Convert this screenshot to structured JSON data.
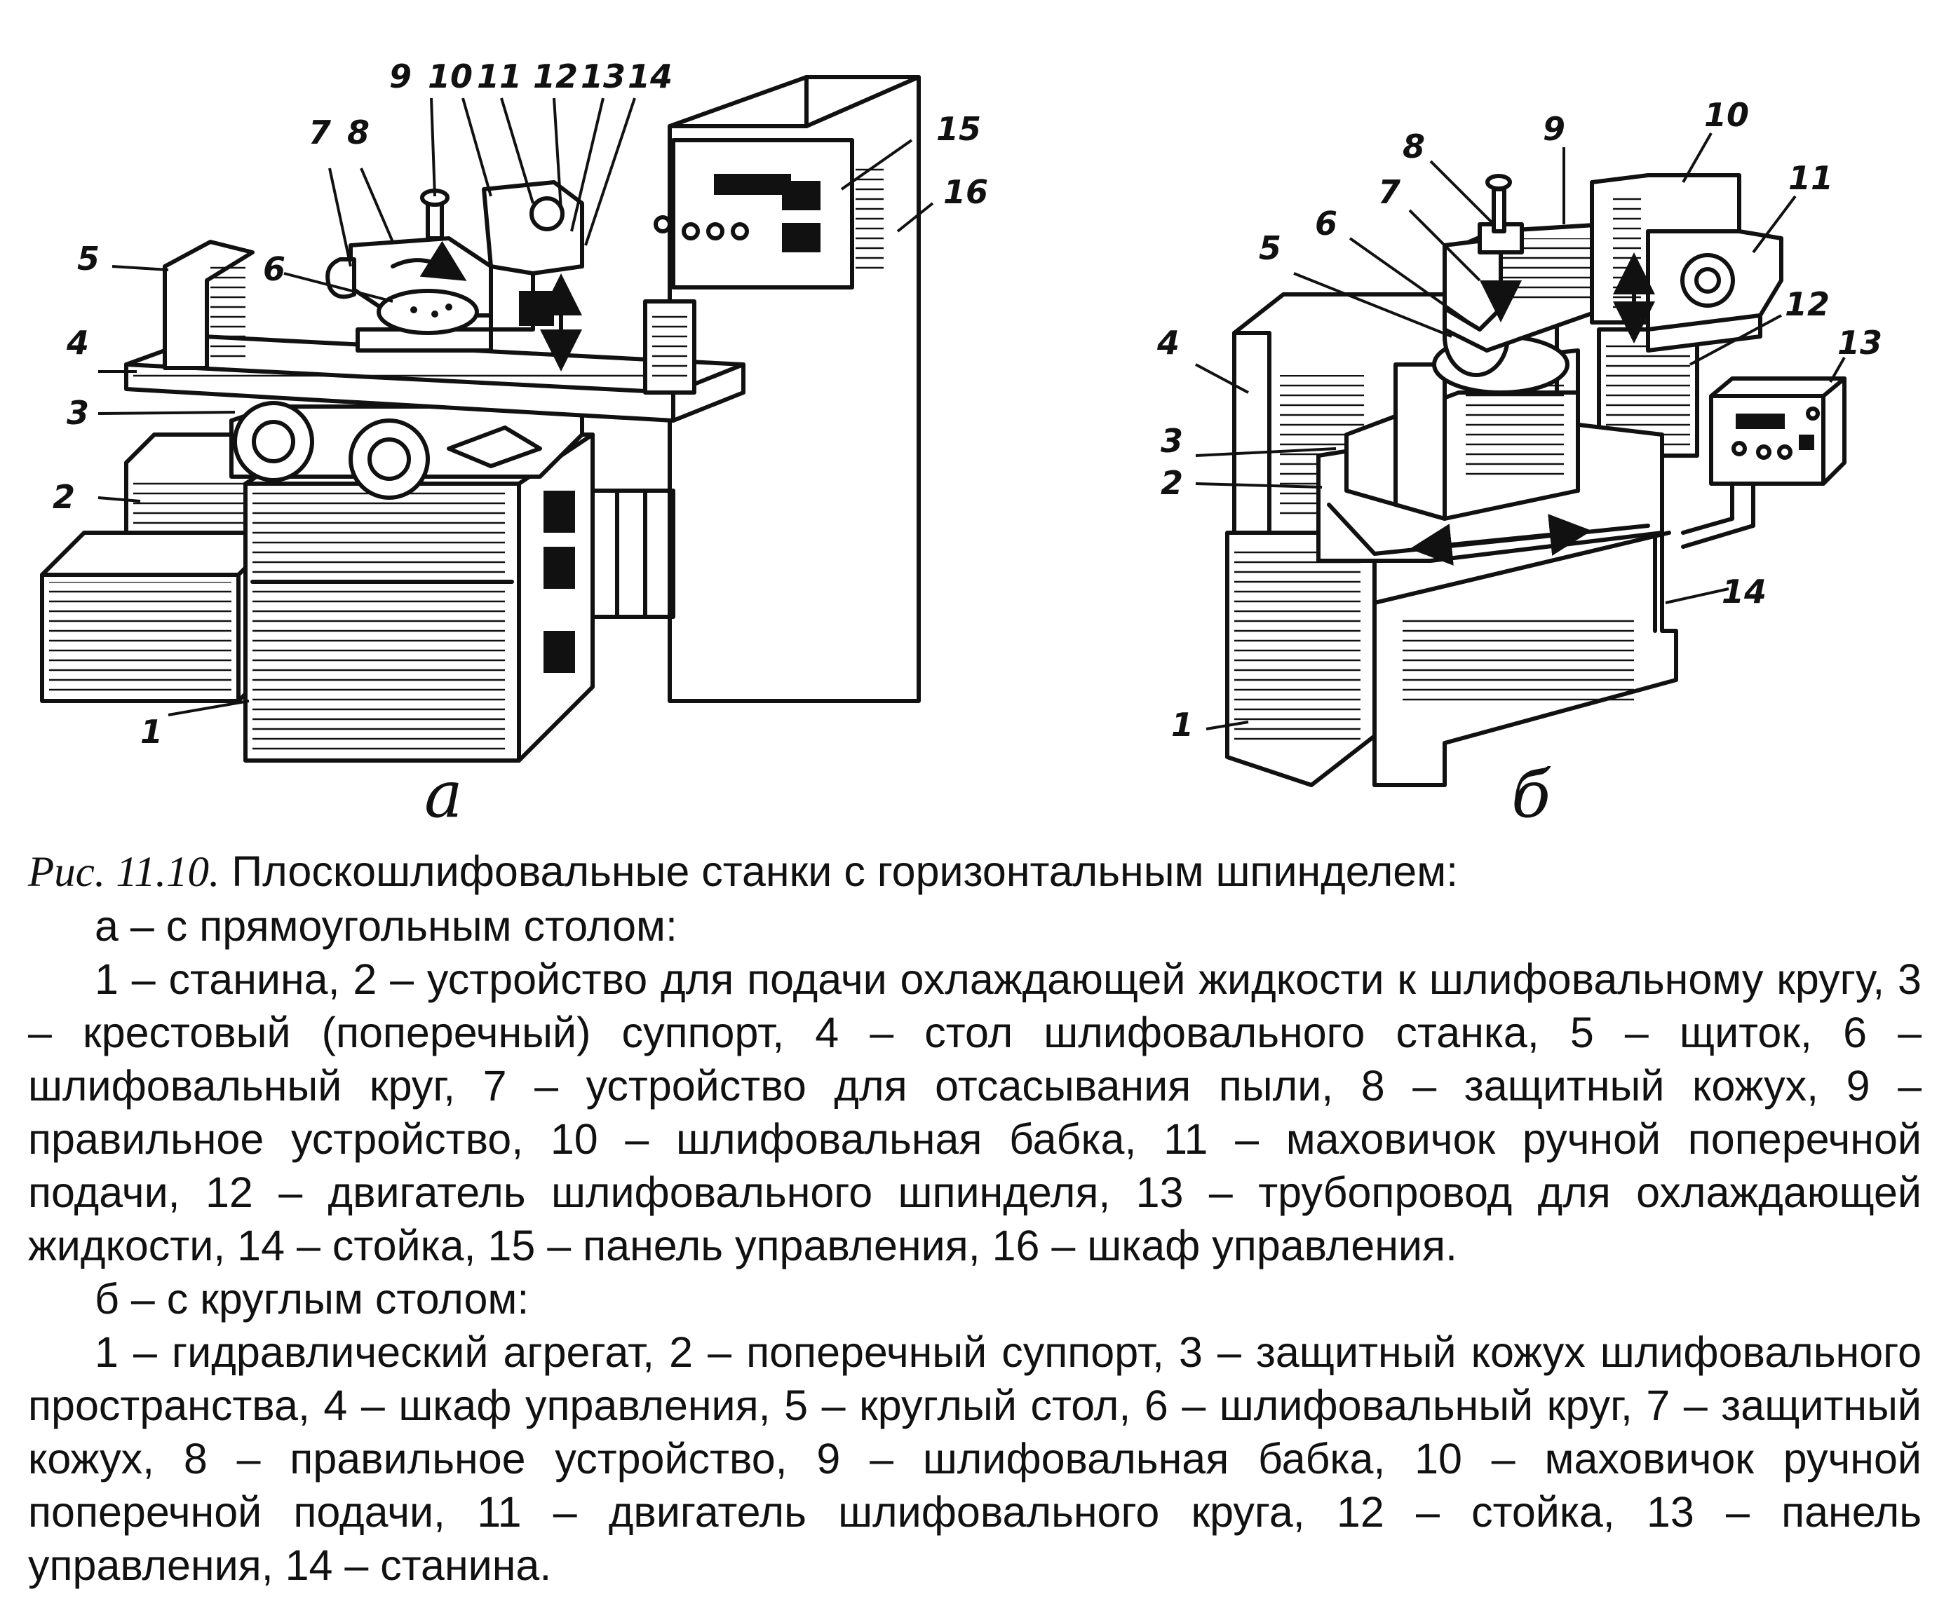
{
  "figure": {
    "panel_a": {
      "label": "а",
      "callouts": [
        "1",
        "2",
        "3",
        "4",
        "5",
        "6",
        "7",
        "8",
        "9",
        "10",
        "11",
        "12",
        "13",
        "14",
        "15",
        "16"
      ]
    },
    "panel_b": {
      "label": "б",
      "callouts": [
        "1",
        "2",
        "3",
        "4",
        "5",
        "6",
        "7",
        "8",
        "9",
        "10",
        "11",
        "12",
        "13",
        "14"
      ]
    }
  },
  "caption": {
    "ref": "Рис. 11.10.",
    "title": "Плоскошлифовальные станки с горизонтальным шпинделем:",
    "a_heading": "а – с прямоугольным столом:",
    "a_text": "1 – станина, 2 – устройство для подачи охлаждающей жидкости к шлифовальному кругу, 3 – крестовый (поперечный) суппорт, 4 – стол шлифовального станка, 5 – щиток, 6 – шлифовальный круг, 7 – устройство для отсасывания пыли, 8 – защитный кожух, 9 – правильное устройство, 10 – шлифовальная бабка, 11 – маховичок ручной поперечной подачи, 12 – двигатель шлифовального шпинделя, 13 – трубопровод для охлаждающей жидкости, 14 – стойка, 15 – панель управления, 16 – шкаф управления.",
    "b_heading": "б – с круглым столом:",
    "b_text": "1 – гидравлический агрегат, 2 – поперечный суппорт, 3 – защитный кожух шлифовального пространства, 4 – шкаф управления, 5 – круглый стол, 6 – шлифовальный круг, 7 – защитный кожух, 8 – правильное устройство, 9 – шлифовальная бабка, 10 – маховичок ручной поперечной подачи, 11 – двигатель шлифовального круга, 12 – стойка, 13 – панель управления, 14 – станина."
  }
}
